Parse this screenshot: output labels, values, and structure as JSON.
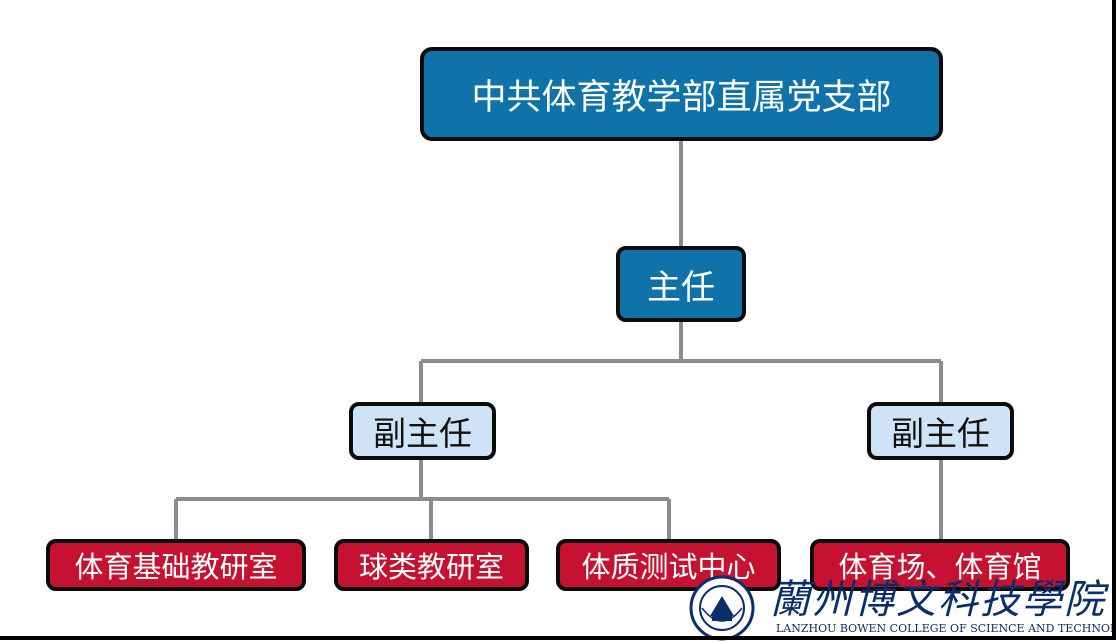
{
  "org_chart": {
    "root": "中共体育教学部直属党支部",
    "director": "主任",
    "deputies": [
      "副主任",
      "副主任"
    ],
    "units": [
      "体育基础教研室",
      "球类教研室",
      "体质测试中心",
      "体育场、体育馆"
    ]
  },
  "logo": {
    "name_cn": "蘭州博文科技學院",
    "name_en": "LANZHOU BOWEN COLLEGE OF SCIENCE AND TECHNOLOGY"
  },
  "colors": {
    "root_fill": "#0f72a8",
    "director_fill": "#0f72a8",
    "deputy_fill": "#cfe3f7",
    "unit_fill": "#c41230",
    "connector": "#8c8c8c",
    "logo": "#0b2d6b"
  }
}
